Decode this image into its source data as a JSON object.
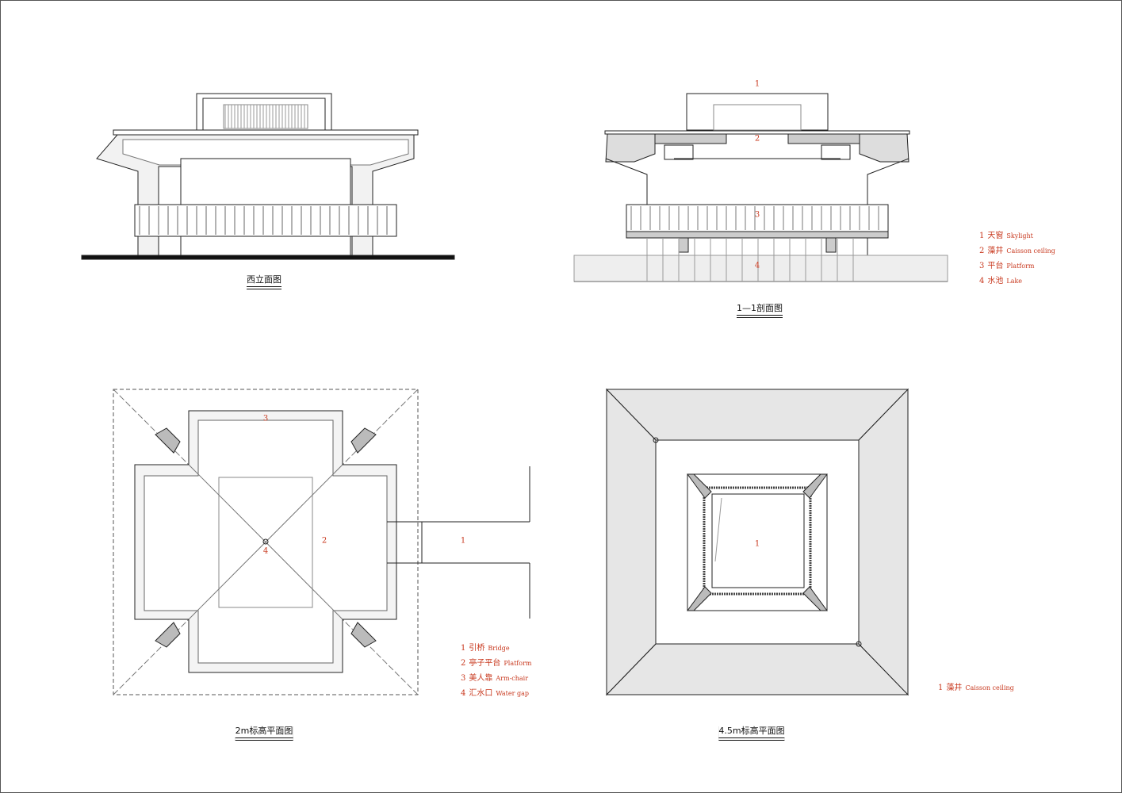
{
  "colors": {
    "annotation": "#c8381e",
    "line": "#222222",
    "fill": "#e6e6e6"
  },
  "drawings": {
    "west_elevation": {
      "title": "西立面图"
    },
    "section": {
      "title": "1—1剖面图",
      "markers": [
        "1",
        "2",
        "3",
        "4"
      ],
      "legend": [
        {
          "n": "1",
          "zh": "天窗",
          "en": "Skylight"
        },
        {
          "n": "2",
          "zh": "藻井",
          "en": "Caisson ceiling"
        },
        {
          "n": "3",
          "zh": "平台",
          "en": "Platform"
        },
        {
          "n": "4",
          "zh": "水池",
          "en": "Lake"
        }
      ]
    },
    "plan_2m": {
      "title": "2m标高平面图",
      "markers": [
        "1",
        "2",
        "3",
        "4"
      ],
      "legend": [
        {
          "n": "1",
          "zh": "引桥",
          "en": "Bridge"
        },
        {
          "n": "2",
          "zh": "亭子平台",
          "en": "Platform"
        },
        {
          "n": "3",
          "zh": "美人靠",
          "en": "Arm-chair"
        },
        {
          "n": "4",
          "zh": "汇水口",
          "en": "Water gap"
        }
      ]
    },
    "plan_4_5m": {
      "title": "4.5m标高平面图",
      "markers": [
        "1"
      ],
      "legend": [
        {
          "n": "1",
          "zh": "藻井",
          "en": "Caisson ceiling"
        }
      ]
    }
  }
}
